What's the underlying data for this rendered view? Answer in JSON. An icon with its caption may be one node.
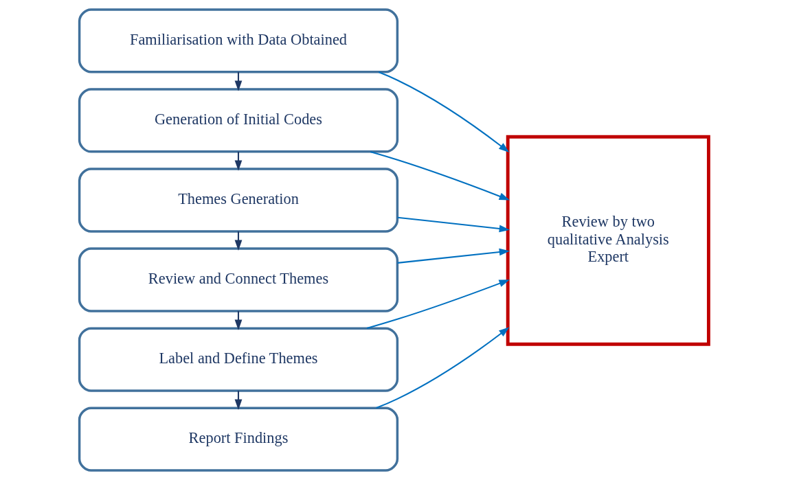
{
  "diagram": {
    "nodes": [
      {
        "text": [
          "Familiarisation with Data Obtained"
        ]
      },
      {
        "text": [
          "Generation of Initial Codes"
        ]
      },
      {
        "text": [
          "Themes Generation"
        ]
      },
      {
        "text": [
          "Review and Connect Themes"
        ]
      },
      {
        "text": [
          "Label and Define Themes"
        ]
      },
      {
        "text": [
          "Report Findings"
        ]
      },
      {
        "text": [
          "Review by two qualitative Analysis Expert"
        ]
      }
    ],
    "edges": [
      {
        "from": 0,
        "to": 1,
        "arrow": "to",
        "color": "#1f3864"
      },
      {
        "from": 1,
        "to": 2,
        "arrow": "to",
        "color": "#1f3864"
      },
      {
        "from": 2,
        "to": 3,
        "arrow": "to",
        "color": "#1f3864"
      },
      {
        "from": 3,
        "to": 4,
        "arrow": "to",
        "color": "#1f3864"
      },
      {
        "from": 4,
        "to": 5,
        "arrow": "to",
        "color": "#1f3864"
      },
      {
        "from": 0,
        "to": 6,
        "arrow": "to"
      },
      {
        "from": 1,
        "to": 6,
        "arrow": "to"
      },
      {
        "from": 2,
        "to": 6,
        "arrow": "to"
      },
      {
        "from": 3,
        "to": 6,
        "arrow": "to"
      },
      {
        "from": 4,
        "to": 6,
        "arrow": "to"
      },
      {
        "from": 5,
        "to": 6,
        "arrow": "to"
      }
    ]
  }
}
